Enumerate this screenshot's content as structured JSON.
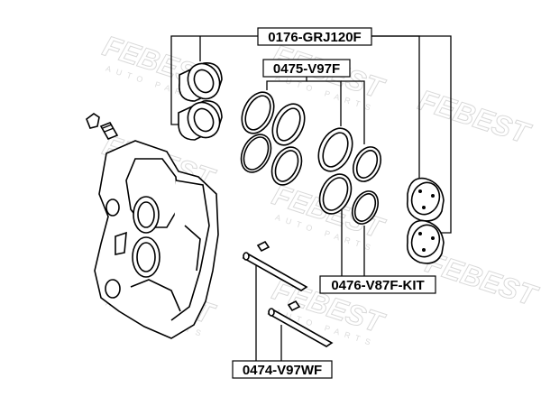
{
  "watermark": {
    "brand": "FEBEST",
    "sub": "AUTO PARTS"
  },
  "labels": {
    "piston": "0176-GRJ120F",
    "seal_kit": "0475-V97F",
    "repair_kit": "0476-V87F-KIT",
    "pin": "0474-V97WF"
  },
  "colors": {
    "line": "#000000",
    "watermark": "#d9d9d9"
  }
}
